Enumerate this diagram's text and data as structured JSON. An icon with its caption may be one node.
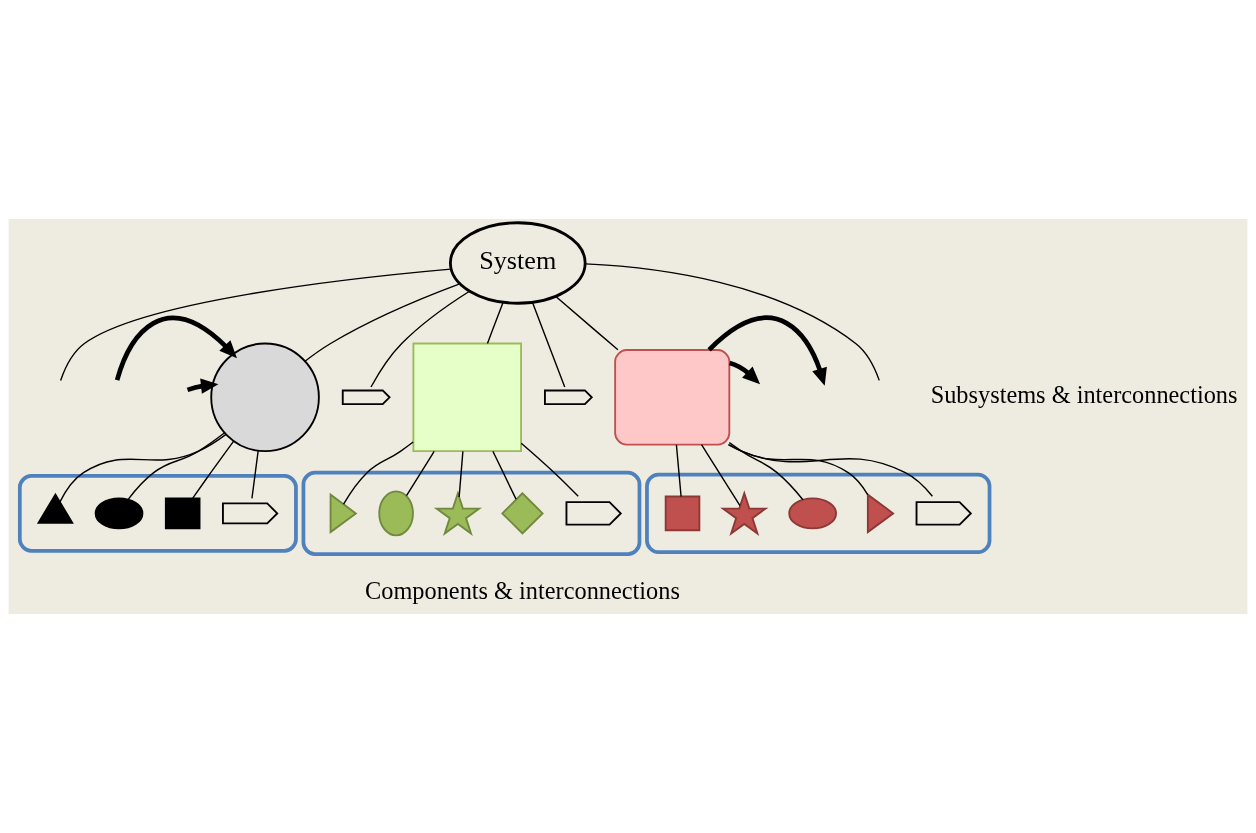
{
  "diagram": {
    "nodes": [
      {
        "text": [
          "System"
        ]
      },
      {
        "text": [],
        "shape": "circle"
      },
      {
        "text": [],
        "shape": "squiggle"
      },
      {
        "text": [],
        "shape": "box"
      },
      {
        "text": [],
        "shape": "squiggle"
      },
      {
        "text": [],
        "shape": "box"
      },
      {
        "text": [],
        "shape": "box"
      },
      {
        "text": [],
        "shape": "triangle",
        "in": 6
      },
      {
        "text": [],
        "shape": "ellipse",
        "in": 6
      },
      {
        "text": [],
        "shape": "box",
        "in": 6
      },
      {
        "text": [],
        "shape": "squiggle",
        "in": 6
      },
      {
        "text": [],
        "shape": "box"
      },
      {
        "text": [],
        "shape": "triangle",
        "in": 11
      },
      {
        "text": [],
        "shape": "ellipse",
        "in": 11
      },
      {
        "text": [],
        "shape": "star",
        "in": 11
      },
      {
        "text": [],
        "shape": "diamond",
        "in": 11
      },
      {
        "text": [],
        "shape": "squiggle",
        "in": 11
      },
      {
        "text": [],
        "shape": "box"
      },
      {
        "text": [],
        "shape": "box",
        "in": 17
      },
      {
        "text": [],
        "shape": "star",
        "in": 17
      },
      {
        "text": [],
        "shape": "ellipse",
        "in": 17
      },
      {
        "text": [],
        "shape": "triangle",
        "in": 17
      },
      {
        "text": [],
        "shape": "squiggle",
        "in": 17
      }
    ],
    "edges": [
      {
        "from": 0,
        "to": null,
        "arrow": "none"
      },
      {
        "from": 0,
        "to": 1,
        "arrow": "none"
      },
      {
        "from": 0,
        "to": 2,
        "arrow": "none"
      },
      {
        "from": 0,
        "to": 3,
        "arrow": "none"
      },
      {
        "from": 0,
        "to": 4,
        "arrow": "none"
      },
      {
        "from": 0,
        "to": 5,
        "arrow": "none"
      },
      {
        "from": 0,
        "to": null,
        "arrow": "none"
      },
      {
        "from": null,
        "to": 1,
        "arrow": "to",
        "style": "thick"
      },
      {
        "from": null,
        "to": 1,
        "arrow": "to",
        "style": "thick"
      },
      {
        "from": 5,
        "to": null,
        "arrow": "to",
        "style": "thick"
      },
      {
        "from": 5,
        "to": null,
        "arrow": "to",
        "style": "thick"
      },
      {
        "from": 1,
        "to": 7,
        "arrow": "none"
      },
      {
        "from": 1,
        "to": 10,
        "arrow": "none"
      },
      {
        "from": 1,
        "to": 8,
        "arrow": "none"
      },
      {
        "from": 1,
        "to": 9,
        "arrow": "none"
      },
      {
        "from": 3,
        "to": 12,
        "arrow": "none"
      },
      {
        "from": 3,
        "to": 13,
        "arrow": "none"
      },
      {
        "from": 3,
        "to": 16,
        "arrow": "none"
      },
      {
        "from": 3,
        "to": 14,
        "arrow": "none"
      },
      {
        "from": 3,
        "to": 15,
        "arrow": "none"
      },
      {
        "from": 5,
        "to": 18,
        "arrow": "none"
      },
      {
        "from": 5,
        "to": 19,
        "arrow": "none"
      },
      {
        "from": 5,
        "to": 22,
        "arrow": "none"
      },
      {
        "from": 5,
        "to": 20,
        "arrow": "none"
      },
      {
        "from": 5,
        "to": 21,
        "arrow": "none"
      }
    ],
    "labels": [
      "Subsystems & interconnections",
      "Components & interconnections"
    ]
  }
}
